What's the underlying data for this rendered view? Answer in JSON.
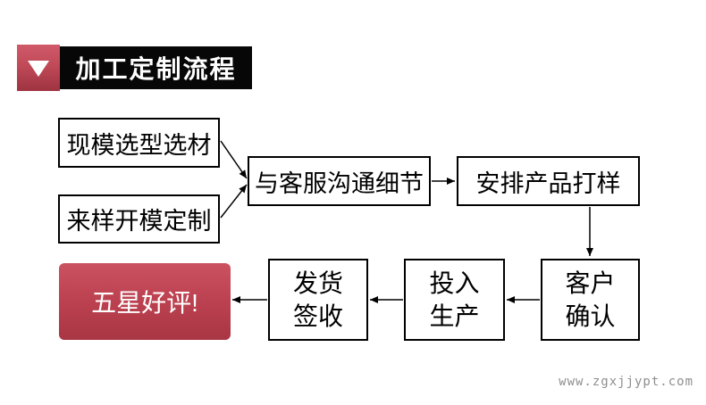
{
  "header": {
    "title": "加工定制流程"
  },
  "flow": {
    "box_mold_selection": "现模选型选材",
    "box_sample_mold": "来样开模定制",
    "box_service": "与客服沟通细节",
    "box_sampling": "安排产品打样",
    "box_confirm": {
      "line1": "客户",
      "line2": "确认"
    },
    "box_production": {
      "line1": "投入",
      "line2": "生产"
    },
    "box_shipping": {
      "line1": "发货",
      "line2": "签收"
    },
    "box_review": "五星好评!"
  },
  "footer": {
    "watermark": "www.zgxjjypt.com"
  },
  "colors": {
    "accent_red_top": "#cb5261",
    "accent_red_bottom": "#a93643",
    "banner_black": "#070707",
    "line_black": "#000000",
    "watermark_gray": "#8f8f8f"
  }
}
